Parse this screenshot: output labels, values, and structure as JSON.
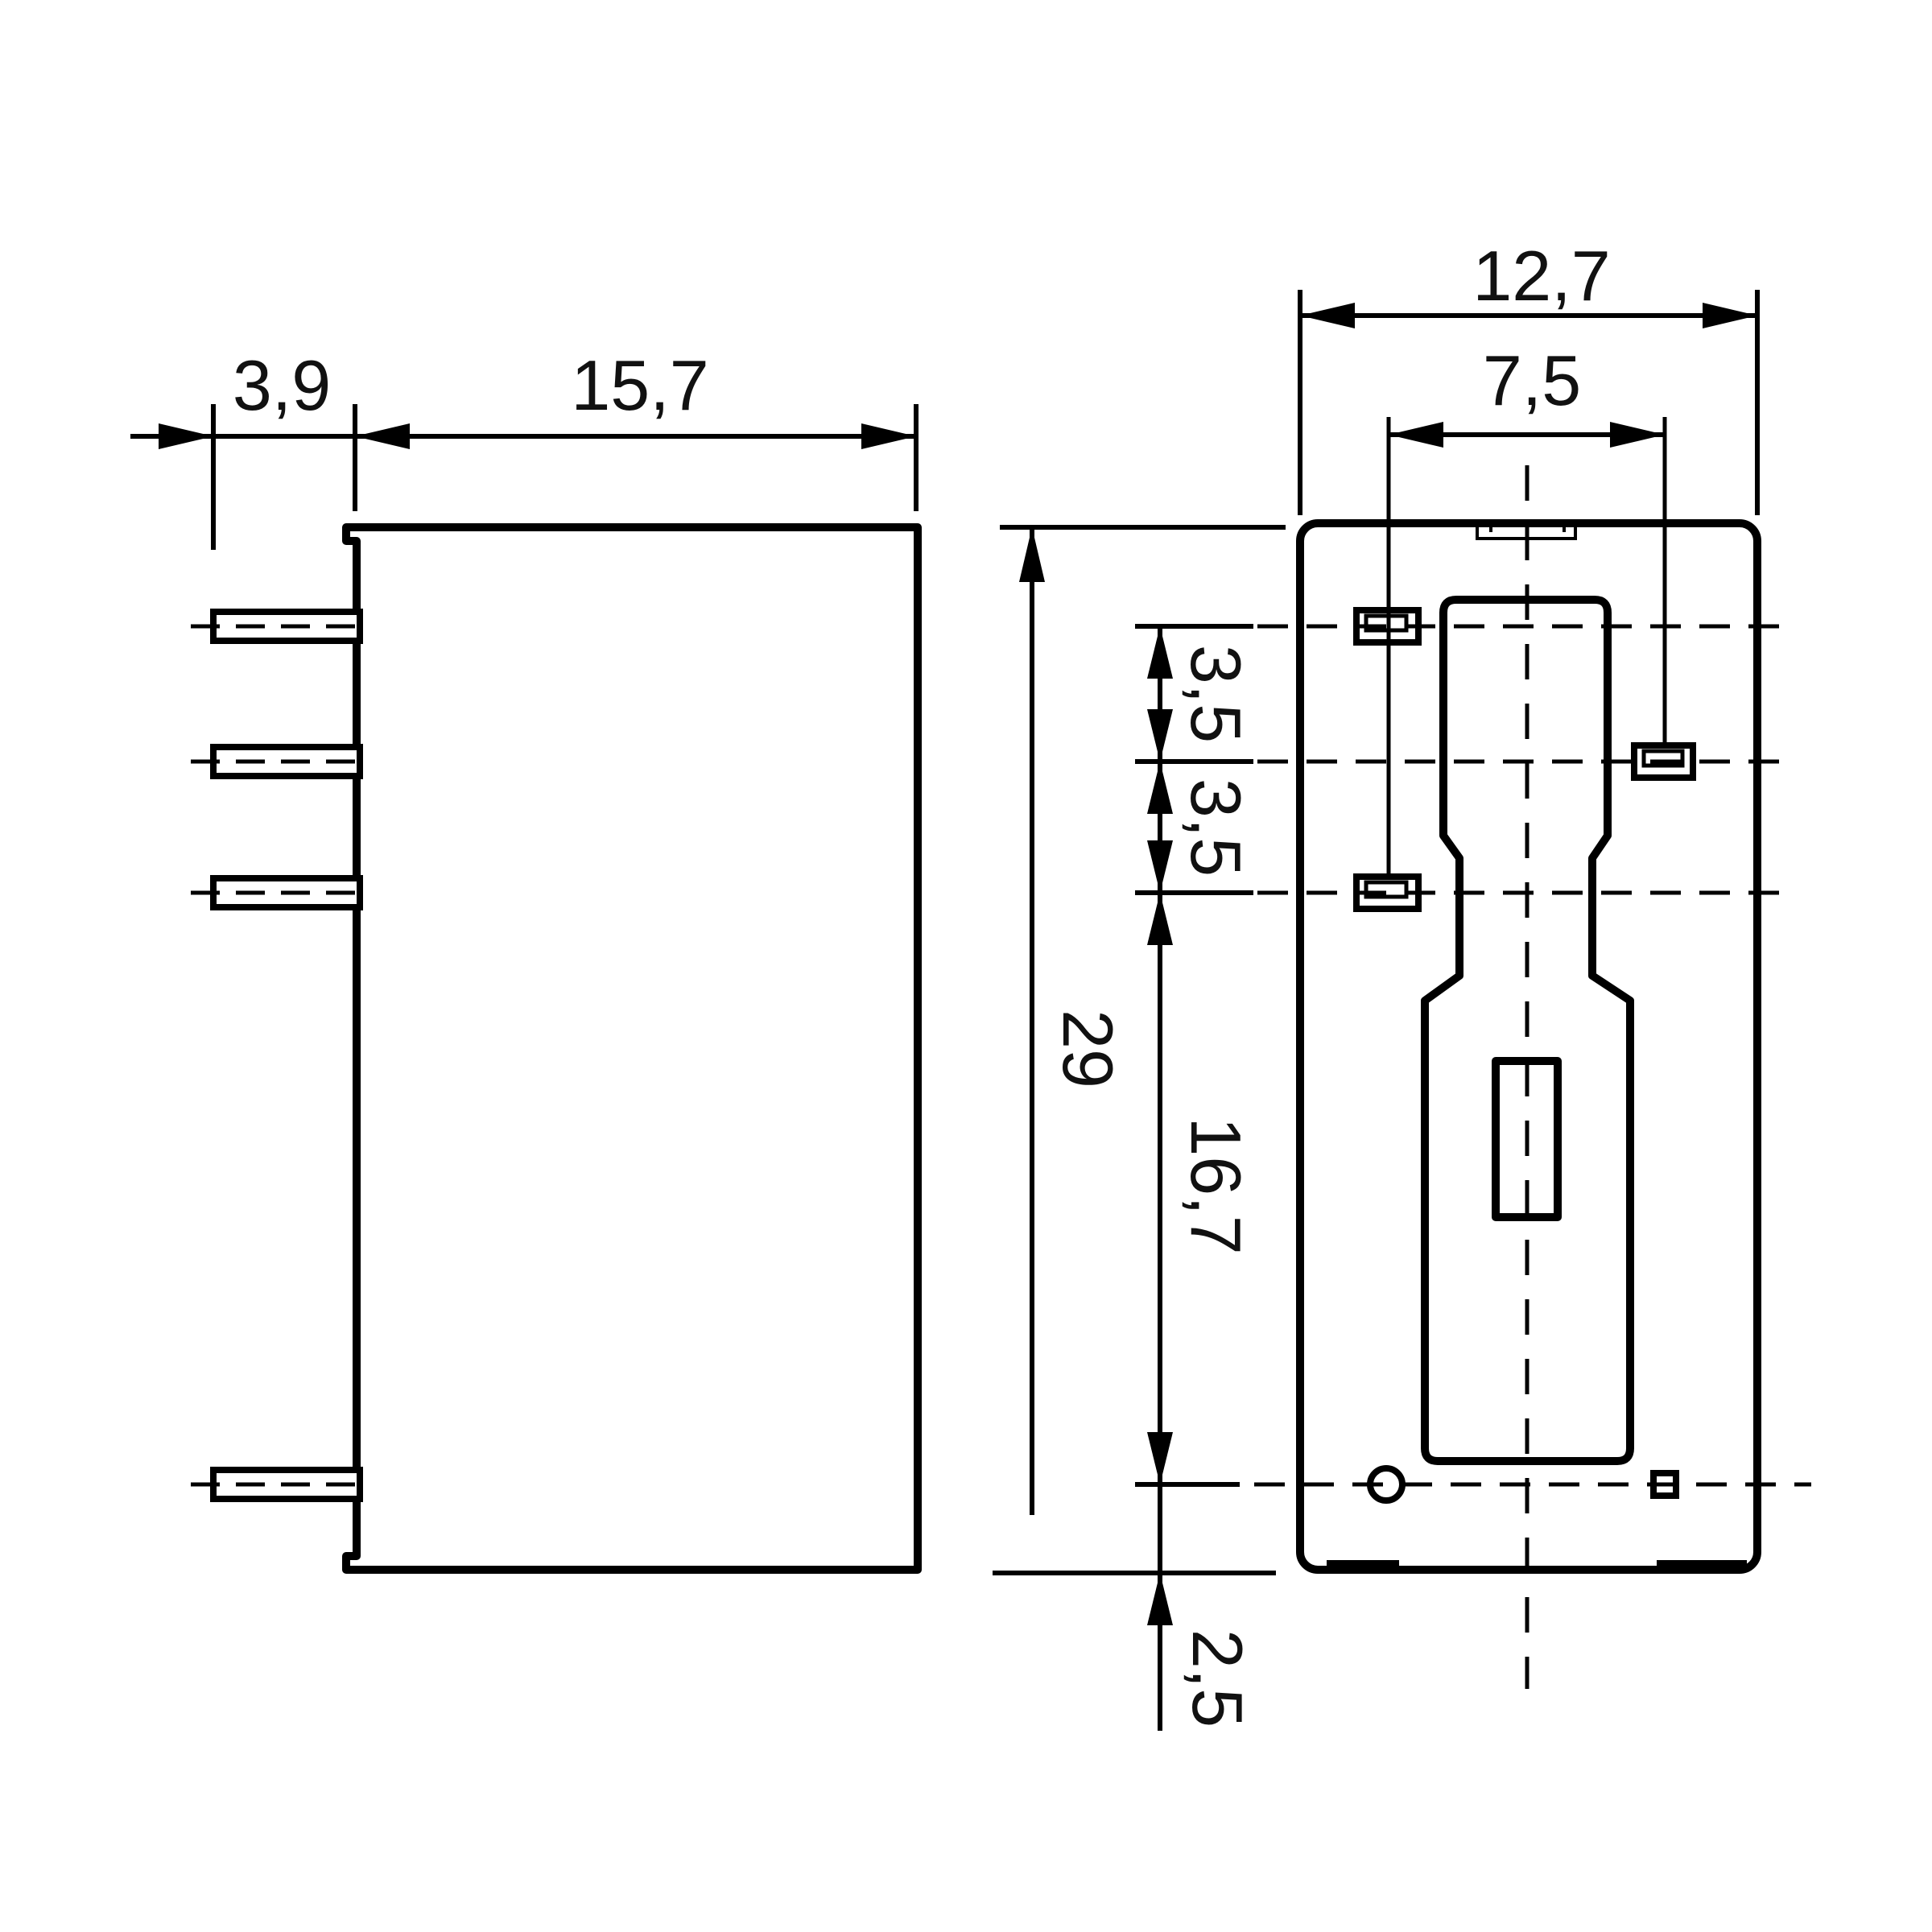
{
  "drawing": {
    "type": "technical dimensional drawing, relay package, two views",
    "colors": {
      "line": "#000000",
      "background": "#ffffff",
      "text": "#111111"
    }
  },
  "labels": {
    "pin_length": "3,9",
    "body_width_side": "15,7",
    "body_width_bottom": "12,7",
    "pin_column_spacing": "7,5",
    "pin_row_spacing_a": "3,5",
    "pin_row_spacing_b": "3,5",
    "body_height": "29",
    "row3_to_bottom_row": "16,7",
    "bottom_row_to_edge": "2,5"
  }
}
